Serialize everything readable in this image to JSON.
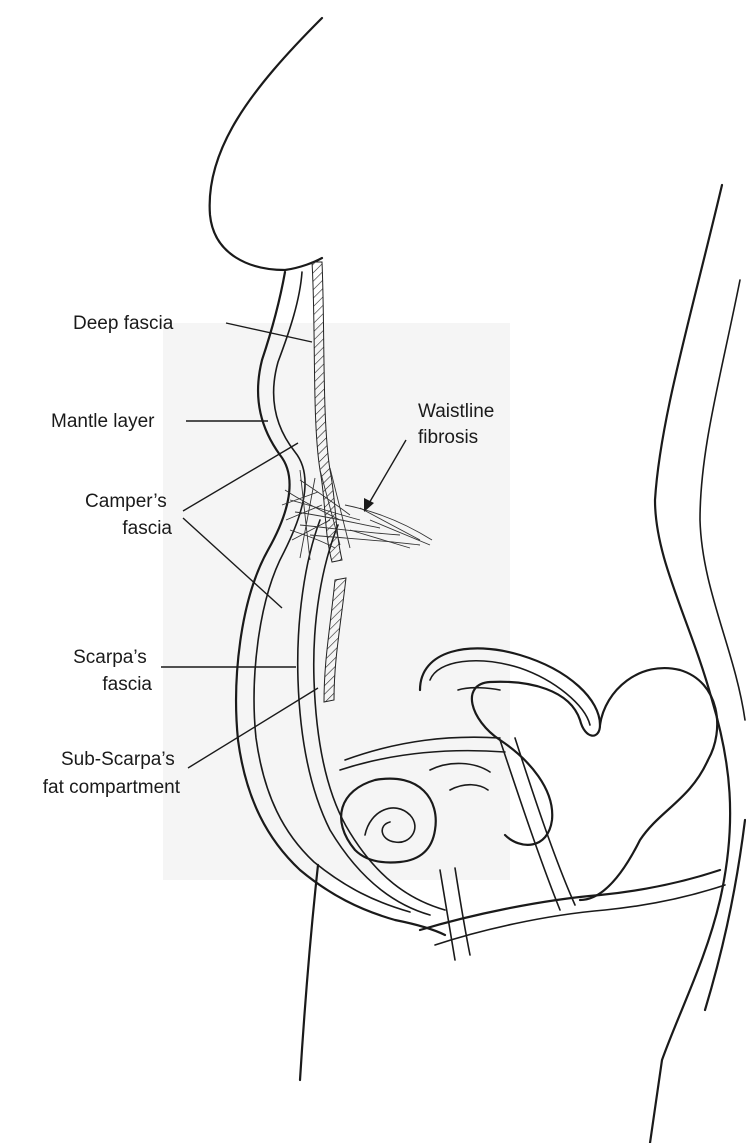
{
  "labels": {
    "deep_fascia": "Deep fascia",
    "mantle_layer": "Mantle layer",
    "campers_fascia": [
      "Camper’s",
      "fascia"
    ],
    "waistline_fibrosis": [
      "Waistline",
      "fibrosis"
    ],
    "scarpas_fascia": [
      "Scarpa’s",
      "fascia"
    ],
    "sub_scarpas": [
      "Sub-Scarpa’s",
      "fat compartment"
    ]
  },
  "colors": {
    "ink": "#1a1a1a",
    "panel": "#f5f5f5"
  }
}
